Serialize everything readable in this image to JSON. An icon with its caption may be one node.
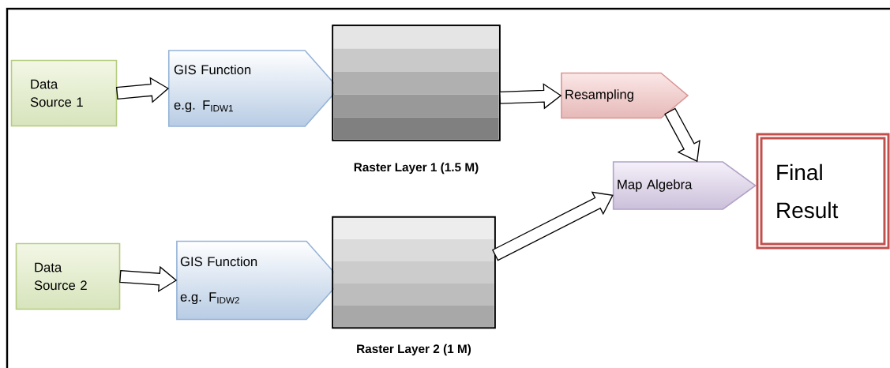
{
  "diagram": {
    "nodes": [
      {
        "text": [
          "Data Source 1"
        ]
      },
      {
        "text": [
          "GIS Function",
          "e.g. F$_{IDW1}$"
        ]
      },
      {
        "text": [],
        "shape": "picture",
        "beside": [
          "Raster Layer 1 (1.5 M)"
        ]
      },
      {
        "text": [
          "Resampling"
        ]
      },
      {
        "text": [
          "Map Algebra"
        ]
      },
      {
        "text": [
          "Final Result"
        ]
      },
      {
        "text": [
          "Data Source 2"
        ]
      },
      {
        "text": [
          "GIS Function",
          "e.g. F$_{IDW2}$"
        ]
      },
      {
        "text": [],
        "shape": "picture",
        "beside": [
          "Raster Layer 2 (1 M)"
        ]
      }
    ],
    "edges": [
      {
        "from": 0,
        "to": 1,
        "arrow": "to"
      },
      {
        "from": 2,
        "to": 3,
        "arrow": "to"
      },
      {
        "from": 3,
        "to": 4,
        "arrow": "to"
      },
      {
        "from": 6,
        "to": 7,
        "arrow": "to"
      },
      {
        "from": 8,
        "to": 4,
        "arrow": "to"
      }
    ]
  }
}
